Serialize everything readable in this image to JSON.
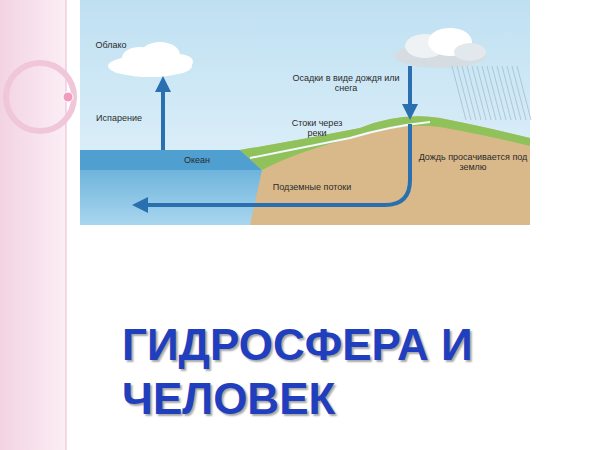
{
  "diagram": {
    "title": "ГИДРОСФЕРА И ЧЕЛОВЕК",
    "labels": [
      "Облако",
      "Осадки в виде дождя или снега",
      "Испарение",
      "Стоки через реки",
      "Океан",
      "Дождь просачивается под землю",
      "Подземные потоки"
    ]
  }
}
